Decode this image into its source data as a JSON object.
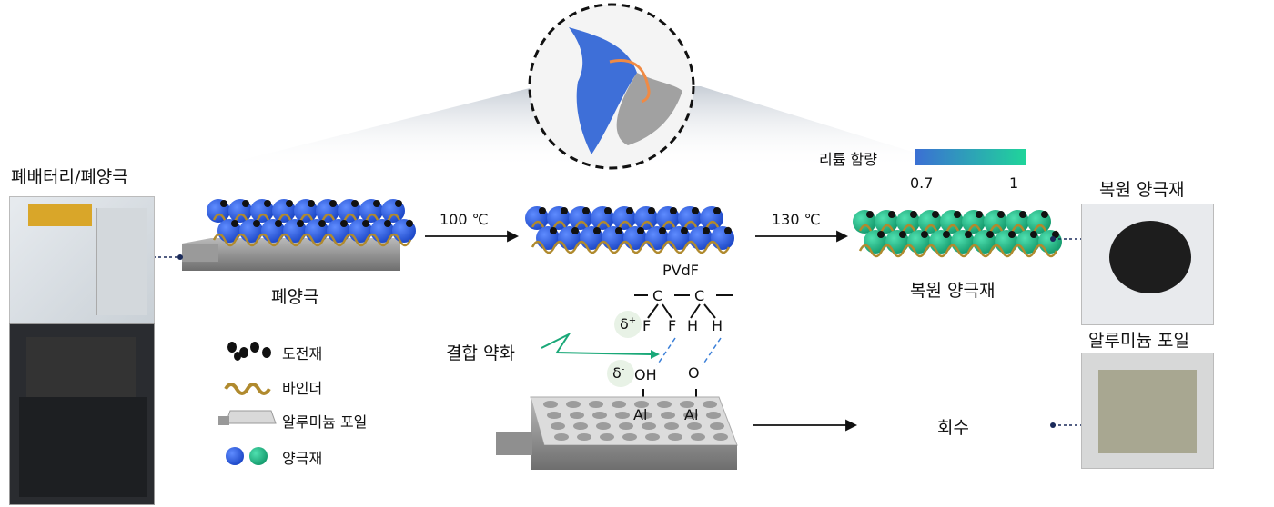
{
  "left_label": "폐배터리/폐양극",
  "electrode_label": "폐양극",
  "step1_temp": "100 ℃",
  "step2_temp": "130 ℃",
  "colorbar": {
    "title": "리튬 함량",
    "min": "0.7",
    "max": "1",
    "color_low": "#3b6fd4",
    "color_high": "#20d49a"
  },
  "pvdf": {
    "name": "PVdF",
    "chain": [
      "C",
      "C"
    ],
    "atoms": [
      "F",
      "F",
      "H",
      "H"
    ]
  },
  "delta_plus": "δ",
  "delta_plus_sup": "+",
  "delta_minus": "δ",
  "delta_minus_sup": "-",
  "oh_group": "OH",
  "o_group": "O",
  "al_atoms": [
    "Al",
    "Al"
  ],
  "weakening_label": "결합 약화",
  "legend": {
    "conductive": "도전재",
    "binder": "바인더",
    "foil": "알루미늄 포일",
    "cathode": "양극재"
  },
  "recovery_label": "회수",
  "restored_label": "복원 양극재",
  "right_photo1_label": "복원 양극재",
  "right_photo2_label": "알루미늄 포일",
  "colors": {
    "blue": "#2a5bd8",
    "green": "#1fbf8a",
    "binder": "#b08a2e",
    "arrow_green": "#1aa878"
  }
}
